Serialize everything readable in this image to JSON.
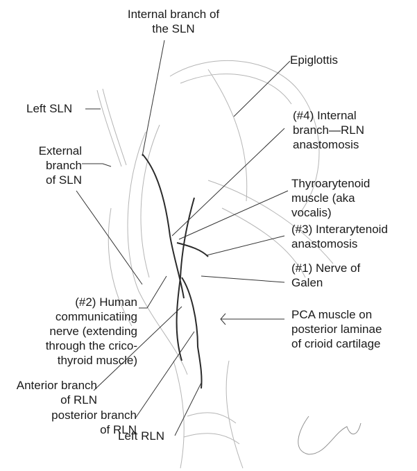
{
  "labels": {
    "internal_branch_sln": "Internal branch of\nthe SLN",
    "epiglottis": "Epiglottis",
    "left_sln": "Left SLN",
    "internal_branch_rln": "(#4) Internal\nbranch—RLN\nanastomosis",
    "external_branch_sln": "External\nbranch\nof SLN",
    "thyroarytenoid": "Thyroarytenoid\nmuscle (aka\nvocalis)",
    "interarytenoid": "(#3) Interarytenoid\nanastomosis",
    "nerve_of_galen": "(#1) Nerve of\nGalen",
    "human_communicating": "(#2) Human\ncommunicatiing\nnerve (extending\nthrough the crico-\nthyroid muscle)",
    "pca_muscle": "PCA muscle on\nposterior laminae\nof crioid cartilage",
    "anterior_branch_rln": "Anterior branch\nof RLN",
    "posterior_branch_rln": "posterior branch\nof RLN",
    "left_rln": "Left RLN"
  },
  "colors": {
    "text": "#1a1a1a",
    "leader": "#333333",
    "sketch": "#b5b5b5",
    "nerve": "#2a2a2a"
  }
}
